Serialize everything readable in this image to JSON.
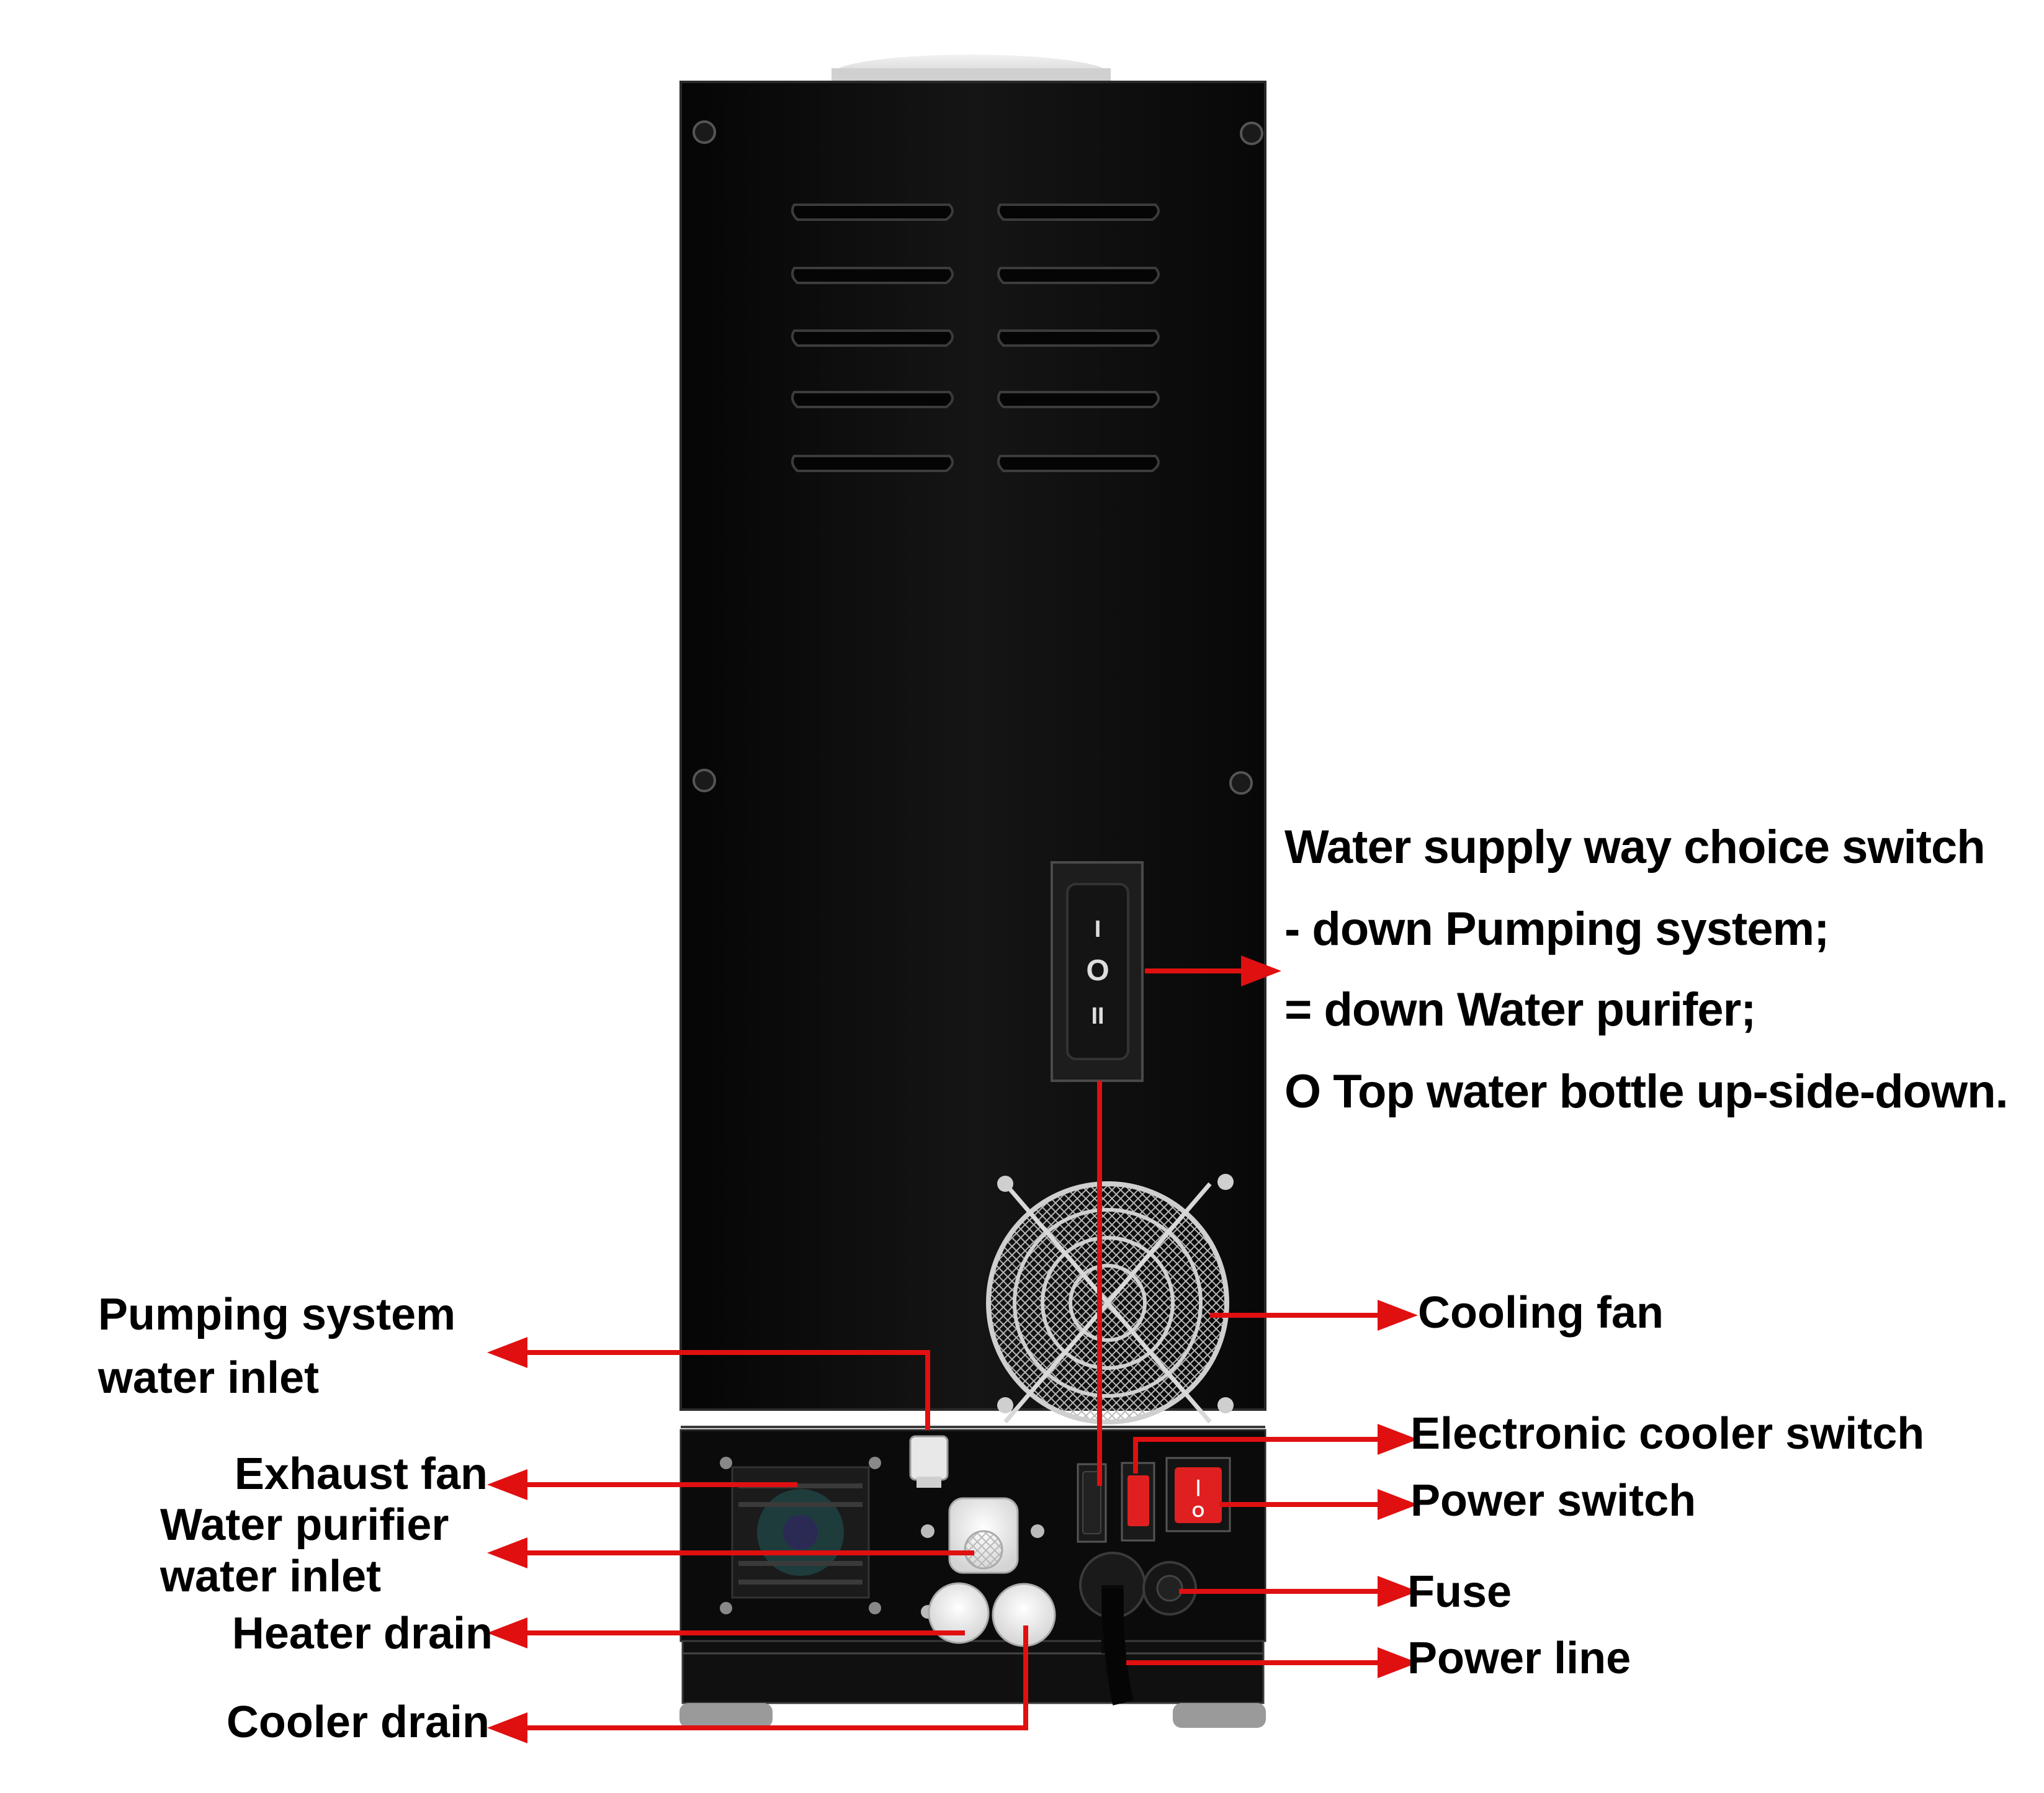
{
  "colors": {
    "callout_red": "#e01010",
    "cabinet_black": "#0a0a0a",
    "background": "#ffffff"
  },
  "rocker_switch": {
    "marks": [
      "I",
      "O",
      "II"
    ]
  },
  "power_switch": {
    "marks": [
      "|",
      "O"
    ]
  },
  "labels": {
    "supply_switch": {
      "line1": "Water supply way choice switch",
      "line2": "- down Pumping system;",
      "line3": "= down Water purifer;",
      "line4": "O Top water bottle up-side-down."
    },
    "cooling_fan": "Cooling fan",
    "electronic_cooler_switch": "Electronic cooler switch",
    "power_switch": "Power switch",
    "fuse": "Fuse",
    "power_line": "Power line",
    "pumping_inlet": {
      "line1": "Pumping system",
      "line2": "water inlet"
    },
    "exhaust_fan": "Exhaust fan",
    "purifier_inlet": {
      "line1": "Water purifier",
      "line2": "water inlet"
    },
    "heater_drain": "Heater drain",
    "cooler_drain": "Cooler drain"
  }
}
